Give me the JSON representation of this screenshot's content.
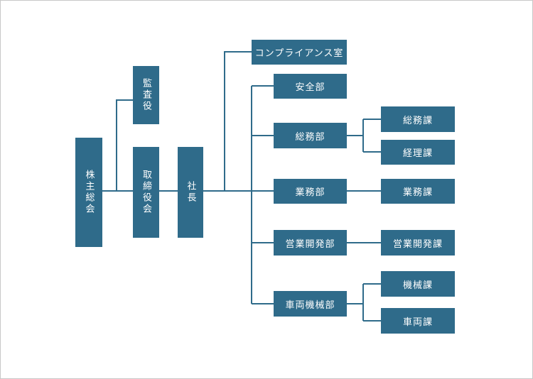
{
  "org": {
    "shareholders": "株主総会",
    "auditor": "監査役",
    "board": "取締役会",
    "president": "社長",
    "compliance": "コンプライアンス室",
    "safety": "安全部",
    "general_affairs": "総務部",
    "general_affairs_section": "総務課",
    "accounting_section": "経理課",
    "operations": "業務部",
    "operations_section": "業務課",
    "business_dev": "営業開発部",
    "business_dev_section": "営業開発課",
    "vehicle_machinery": "車両機械部",
    "machinery_section": "機械課",
    "vehicle_section": "車両課"
  },
  "colors": {
    "box": "#2f6b8a",
    "line": "#2f6b8a",
    "text": "#ffffff",
    "border": "#c8c8c8"
  }
}
